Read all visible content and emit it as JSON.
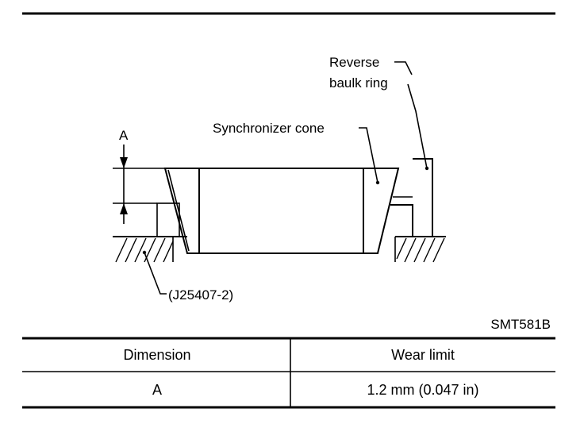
{
  "labels": {
    "reverse_baulk_ring_line1": "Reverse",
    "reverse_baulk_ring_line2": "baulk ring",
    "synchronizer_cone": "Synchronizer cone",
    "dimension_marker": "A",
    "tool_number": "(J25407-2)",
    "figure_code": "SMT581B"
  },
  "table": {
    "headers": [
      "Dimension",
      "Wear limit"
    ],
    "rows": [
      [
        "A",
        "1.2 mm (0.047 in)"
      ]
    ]
  }
}
